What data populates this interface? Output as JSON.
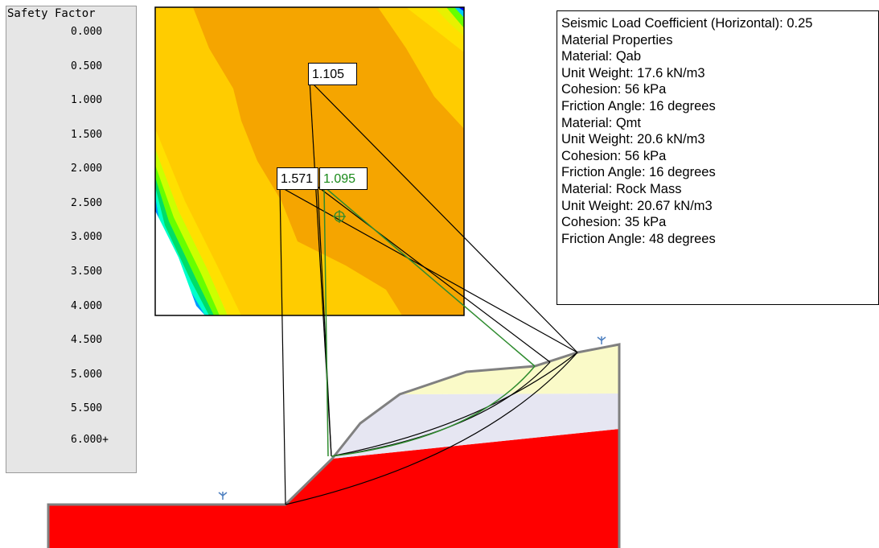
{
  "legend": {
    "title": "Safety Factor",
    "labels": [
      "0.000",
      "0.500",
      "1.000",
      "1.500",
      "2.000",
      "2.500",
      "3.000",
      "3.500",
      "4.000",
      "4.500",
      "5.000",
      "5.500",
      "6.000+"
    ],
    "colors": [
      "#ff0000",
      "#f22b00",
      "#ff5a00",
      "#ff8c00",
      "#ffa500",
      "#ffcc00",
      "#ffff00",
      "#ccff00",
      "#99ff00",
      "#66ff00",
      "#22ee00",
      "#00dd00",
      "#00cc33",
      "#00cc66",
      "#00dd99",
      "#00ffcc",
      "#00ffff",
      "#00ccff",
      "#0099ff",
      "#0066ff",
      "#0033ff",
      "#0000ff"
    ]
  },
  "info": {
    "lines": [
      "Seismic Load Coefficient (Horizontal): 0.25",
      "Material Properties",
      "Material: Qab",
      "Unit Weight: 17.6 kN/m3",
      "Cohesion: 56 kPa",
      "Friction Angle: 16 degrees",
      "Material: Qmt",
      "Unit Weight: 20.6 kN/m3",
      "Cohesion: 56 kPa",
      "Friction Angle: 16 degrees",
      "Material: Rock Mass",
      "Unit Weight: 20.67 kN/m3",
      "Cohesion: 35 kPa",
      "Friction Angle: 48 degrees"
    ]
  },
  "fs_labels": [
    {
      "value": "1.105",
      "color": "#000000"
    },
    {
      "value": "1.571",
      "color": "#000000"
    },
    {
      "value": "1.095",
      "color": "#1a8a1a"
    }
  ],
  "colors": {
    "rock_mass": "#ff0000",
    "qmt": "#e6e6f2",
    "qab": "#fafac8",
    "slope_outline": "#808080",
    "minimum_surface": "#2e8b2e",
    "grid_background": "#ffffff"
  },
  "icons": [
    "water-table-marker-icon",
    "slip-center-crosshair-icon"
  ]
}
